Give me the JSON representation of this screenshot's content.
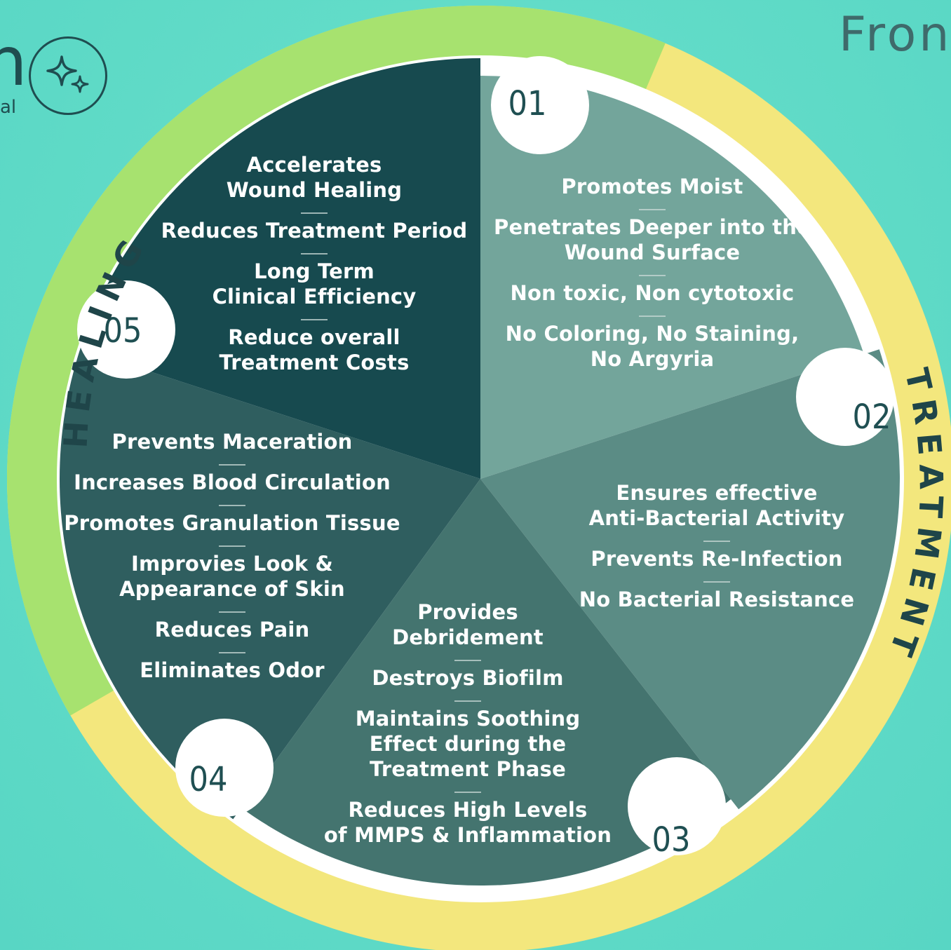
{
  "header": {
    "title": "Fron"
  },
  "logo": {
    "letter": "n",
    "subtitle": "al",
    "icon": "sparkle-icon"
  },
  "ring": {
    "left_label": "HEALING",
    "right_label": "TREATMENT",
    "colors": {
      "green": "#a7e26f",
      "yellow": "#f3e77d"
    }
  },
  "segments": [
    {
      "number": "01",
      "color": "#73a59b",
      "items": [
        "Promotes Moist",
        "Penetrates Deeper into the|Wound Surface",
        "Non toxic, Non cytotoxic",
        "No Coloring, No Staining,|No Argyria"
      ]
    },
    {
      "number": "02",
      "color": "#5b8c85",
      "items": [
        "Ensures effective|Anti-Bacterial Activity",
        "Prevents Re-Infection",
        "No Bacterial Resistance"
      ]
    },
    {
      "number": "03",
      "color": "#44746f",
      "items": [
        "Provides|Debridement",
        "Destroys Biofilm",
        "Maintains Soothing|Effect during the|Treatment Phase",
        "Reduces High Levels|of MMPS & Inflammation"
      ]
    },
    {
      "number": "04",
      "color": "#2f5e5f",
      "items": [
        "Prevents Maceration",
        "Increases Blood Circulation",
        "Promotes Granulation Tissue",
        "Improvies Look &|Appearance of Skin",
        "Reduces Pain",
        "Eliminates Odor"
      ]
    },
    {
      "number": "05",
      "color": "#174a4f",
      "items": [
        "Accelerates|Wound Healing",
        "Reduces Treatment Period",
        "Long Term|Clinical Efficiency",
        "Reduce overall|Treatment Costs"
      ]
    }
  ]
}
